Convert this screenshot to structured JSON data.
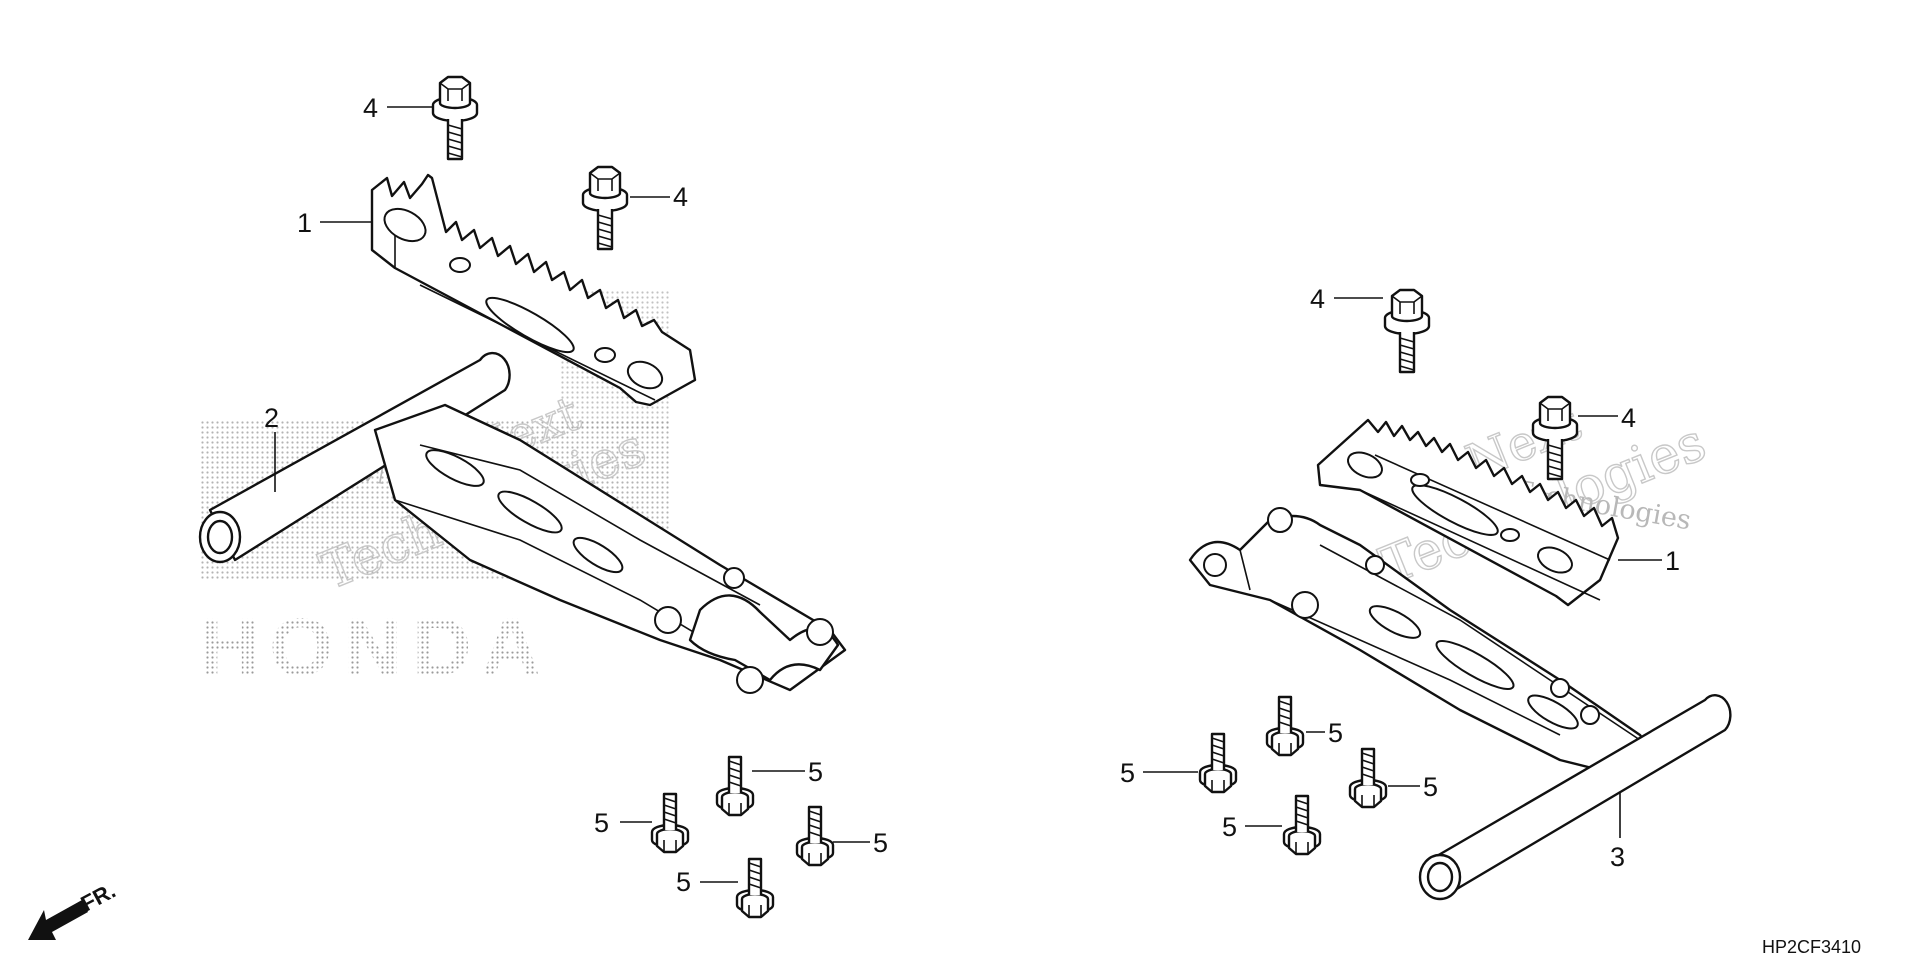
{
  "diagram": {
    "code": "HP2CF3410",
    "direction_label": "FR.",
    "watermark": {
      "brand": "HONDA",
      "company_line": "vNext Technologies",
      "word1": "vNext",
      "word2": "Technologies"
    },
    "callouts": {
      "step_left": "1",
      "step_right": "1",
      "holder_left": "2",
      "holder_right": "3",
      "bolt_upper_a": "4",
      "bolt_upper_b": "4",
      "bolt_upper_c": "4",
      "bolt_upper_d": "4",
      "bolt_l1": "5",
      "bolt_l2": "5",
      "bolt_l3": "5",
      "bolt_l4": "5",
      "bolt_r1": "5",
      "bolt_r2": "5",
      "bolt_r3": "5",
      "bolt_r4": "5"
    }
  }
}
